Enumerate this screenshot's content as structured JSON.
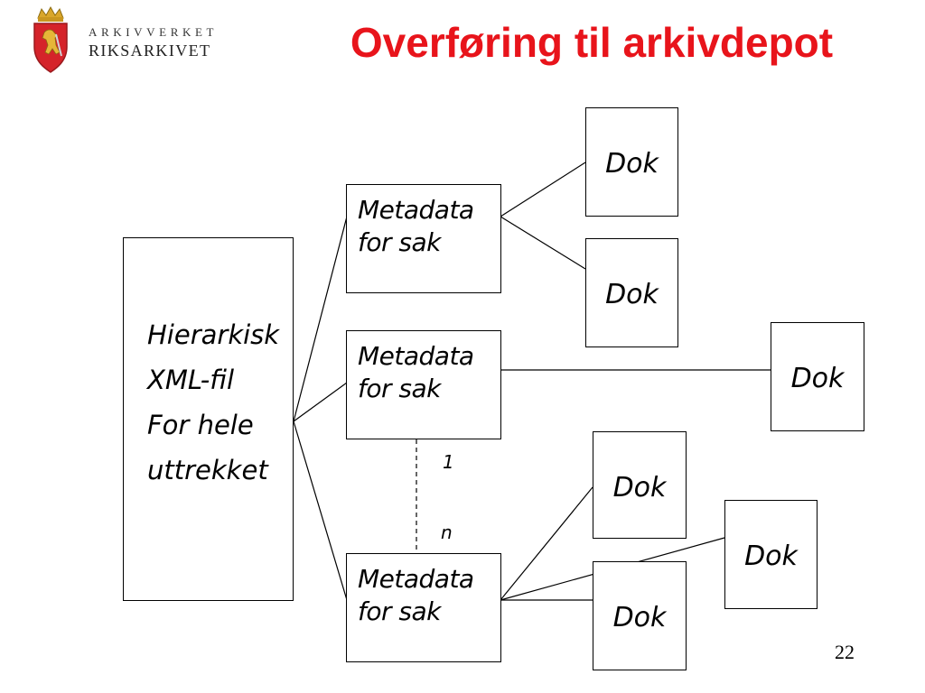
{
  "header": {
    "logo_line1": "ARKIVVERKET",
    "logo_line2": "RIKSARKIVET",
    "title": "Overføring til arkivdepot"
  },
  "main_box": {
    "lines": [
      "Hierarkisk",
      "XML-fil",
      "For hele",
      "uttrekket"
    ]
  },
  "metadata_label": "Metadata\nfor sak",
  "dok_label": "Dok",
  "cardinality": {
    "one": "1",
    "many": "n"
  },
  "page_number": "22",
  "colors": {
    "title": "#e8141b",
    "lines": "#000000"
  }
}
